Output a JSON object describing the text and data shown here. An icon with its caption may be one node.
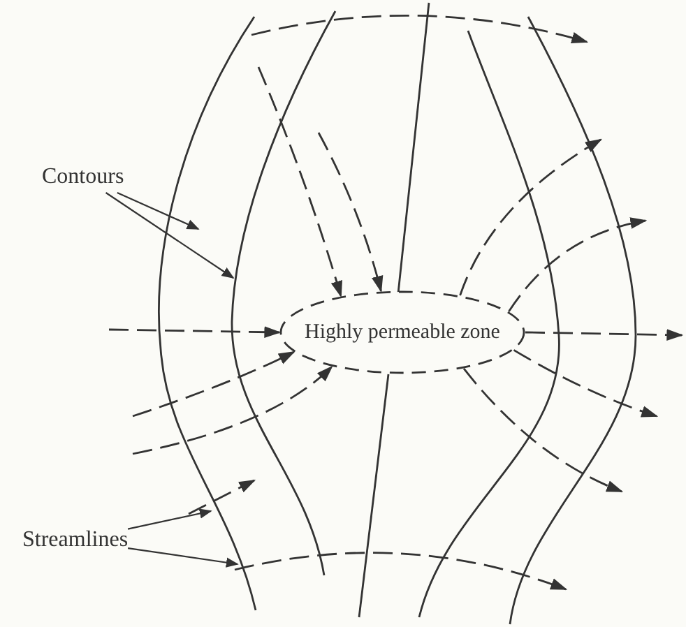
{
  "diagram": {
    "nodes": [
      {
        "text": [
          "Contours"
        ]
      },
      {
        "text": [
          "Streamlines"
        ]
      },
      {
        "text": [
          "Highly permeable zone"
        ]
      }
    ],
    "edges": [
      {
        "from": 0,
        "to": null,
        "arrow": "to"
      },
      {
        "from": 0,
        "to": null,
        "arrow": "to"
      },
      {
        "from": 1,
        "to": null,
        "arrow": "to"
      },
      {
        "from": 1,
        "to": null,
        "arrow": "to"
      },
      {
        "from": null,
        "to": 2,
        "arrow": "to",
        "style": "dashed"
      },
      {
        "from": null,
        "to": 2,
        "arrow": "to",
        "style": "dashed"
      },
      {
        "from": null,
        "to": 2,
        "arrow": "to",
        "style": "dashed"
      },
      {
        "from": null,
        "to": 2,
        "arrow": "to",
        "style": "dashed"
      },
      {
        "from": null,
        "to": 2,
        "arrow": "to",
        "style": "dashed"
      },
      {
        "from": 2,
        "to": null,
        "arrow": "to",
        "style": "dashed"
      },
      {
        "from": 2,
        "to": null,
        "arrow": "to",
        "style": "dashed"
      },
      {
        "from": 2,
        "to": null,
        "arrow": "to",
        "style": "dashed"
      },
      {
        "from": 2,
        "to": null,
        "arrow": "to",
        "style": "dashed"
      },
      {
        "from": 2,
        "to": null,
        "arrow": "to",
        "style": "dashed"
      }
    ]
  }
}
